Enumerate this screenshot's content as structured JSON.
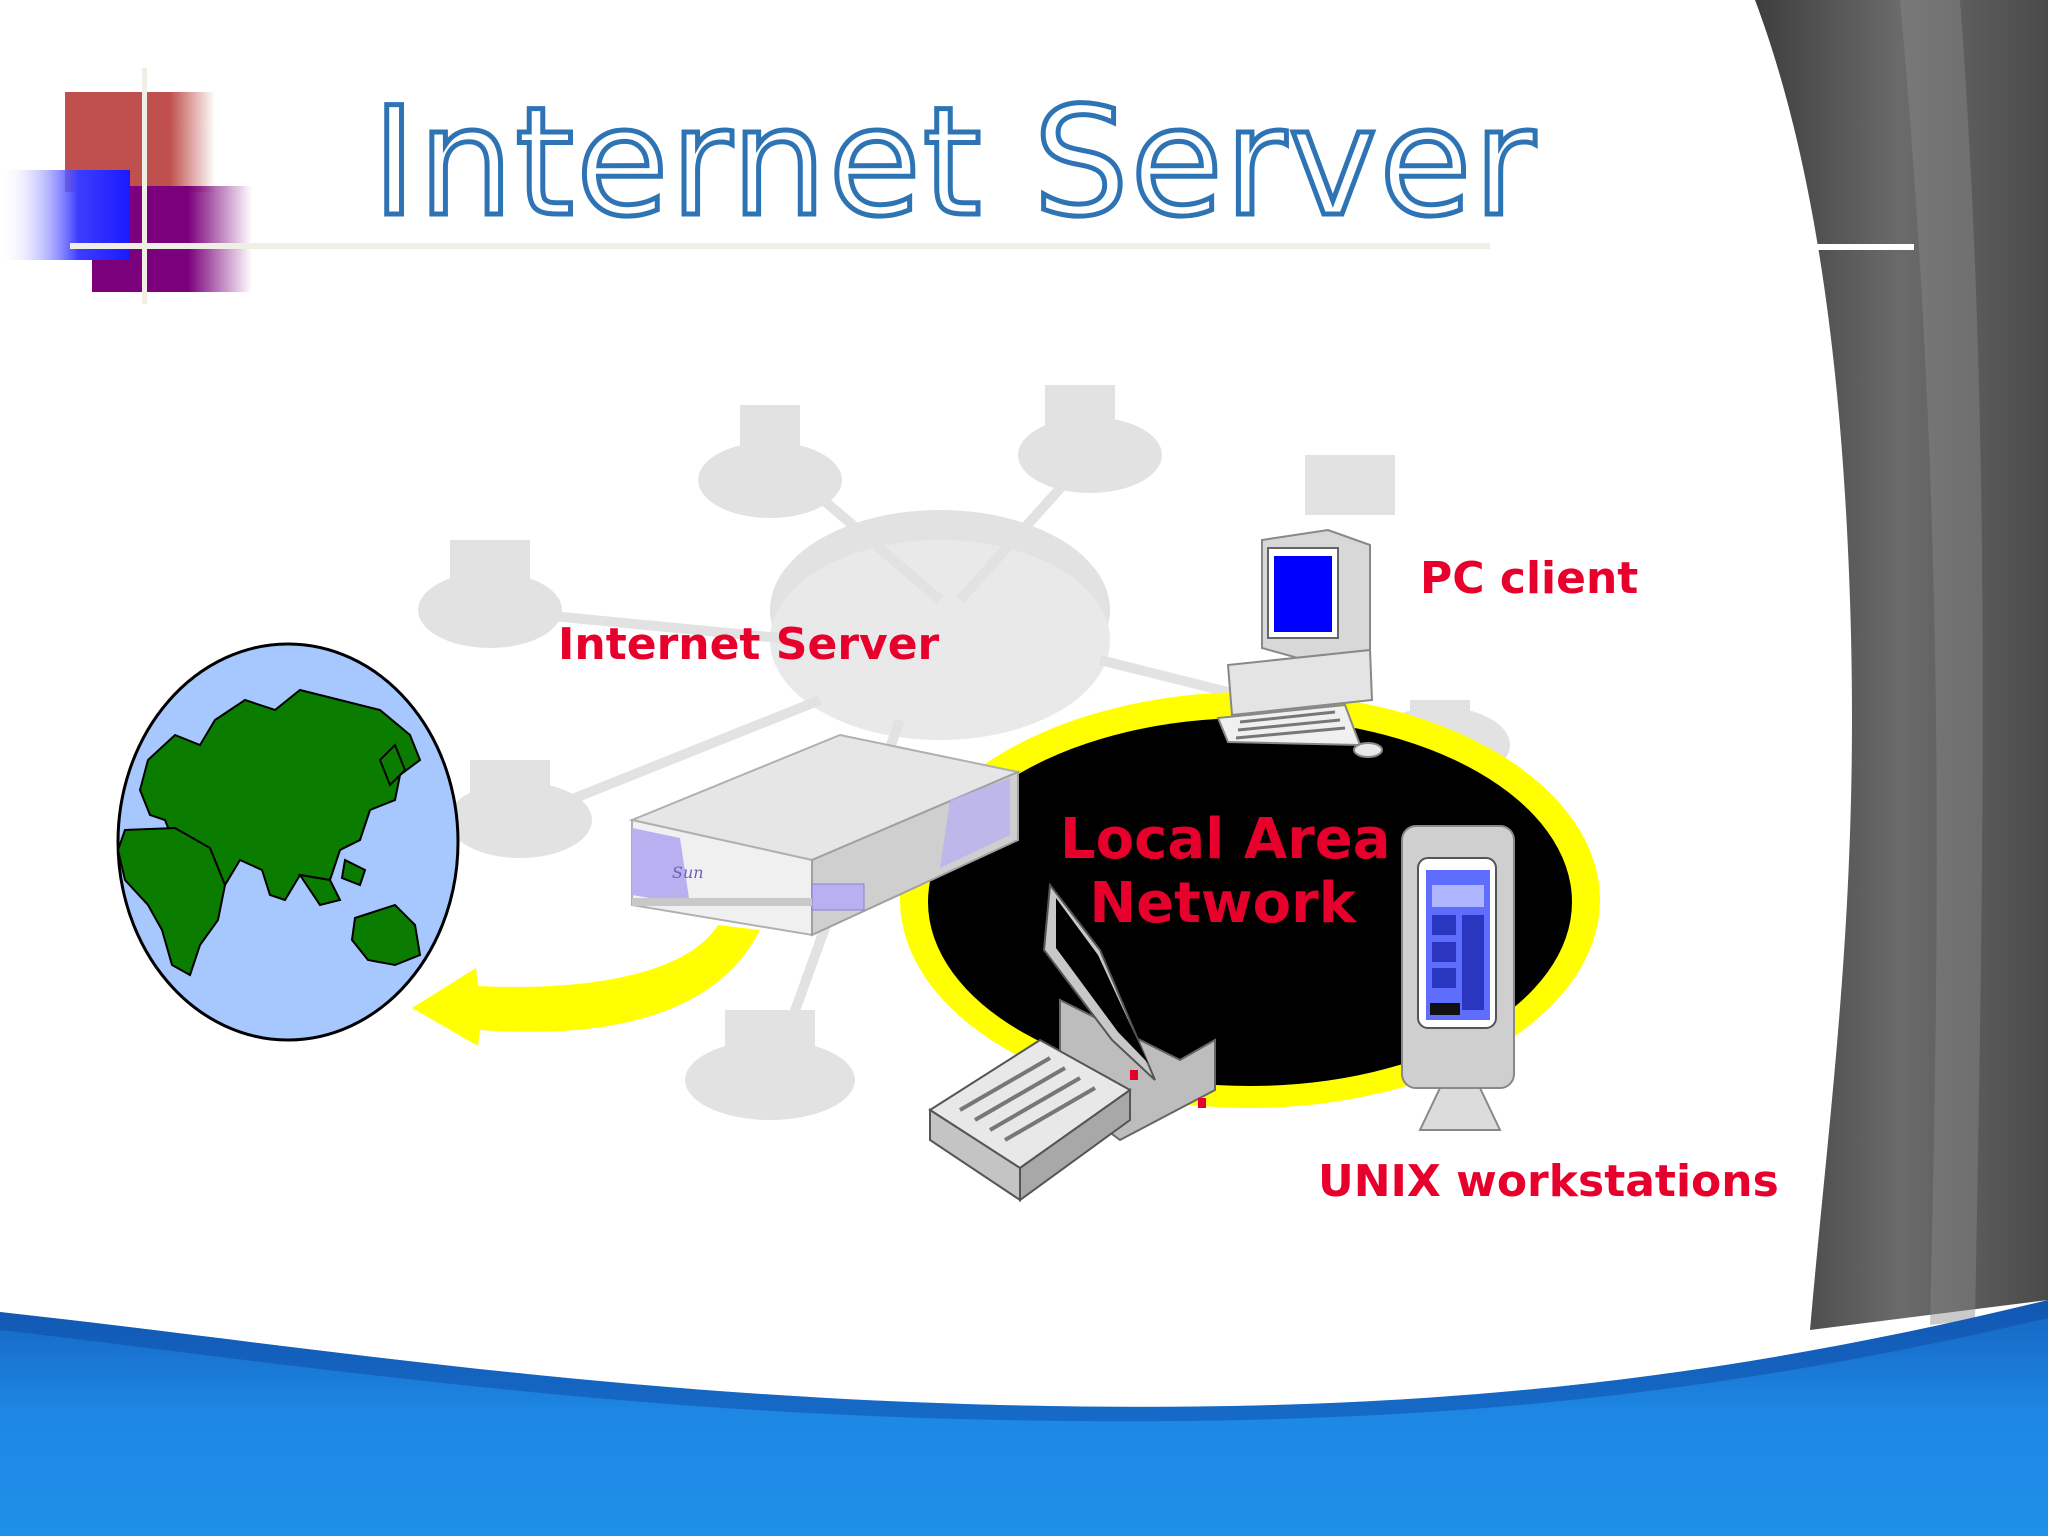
{
  "slide": {
    "title": "Internet Server"
  },
  "diagram": {
    "labels": {
      "internet_server": "Internet Server",
      "pc_client": "PC client",
      "lan_line1": "Local Area",
      "lan_line2": "Network",
      "unix_workstations": "UNIX workstations"
    },
    "server_badge": "Sun"
  },
  "colors": {
    "title_outline": "#2e74b5",
    "label_red": "#e8002d",
    "lan_fill": "#000000",
    "ring_yellow": "#ffff00",
    "globe_ocean": "#a6c8ff",
    "globe_land": "#0a7d00",
    "screen_blue": "#0000ff",
    "wave_blue": "#1e88e5",
    "side_gray": "#555555"
  }
}
